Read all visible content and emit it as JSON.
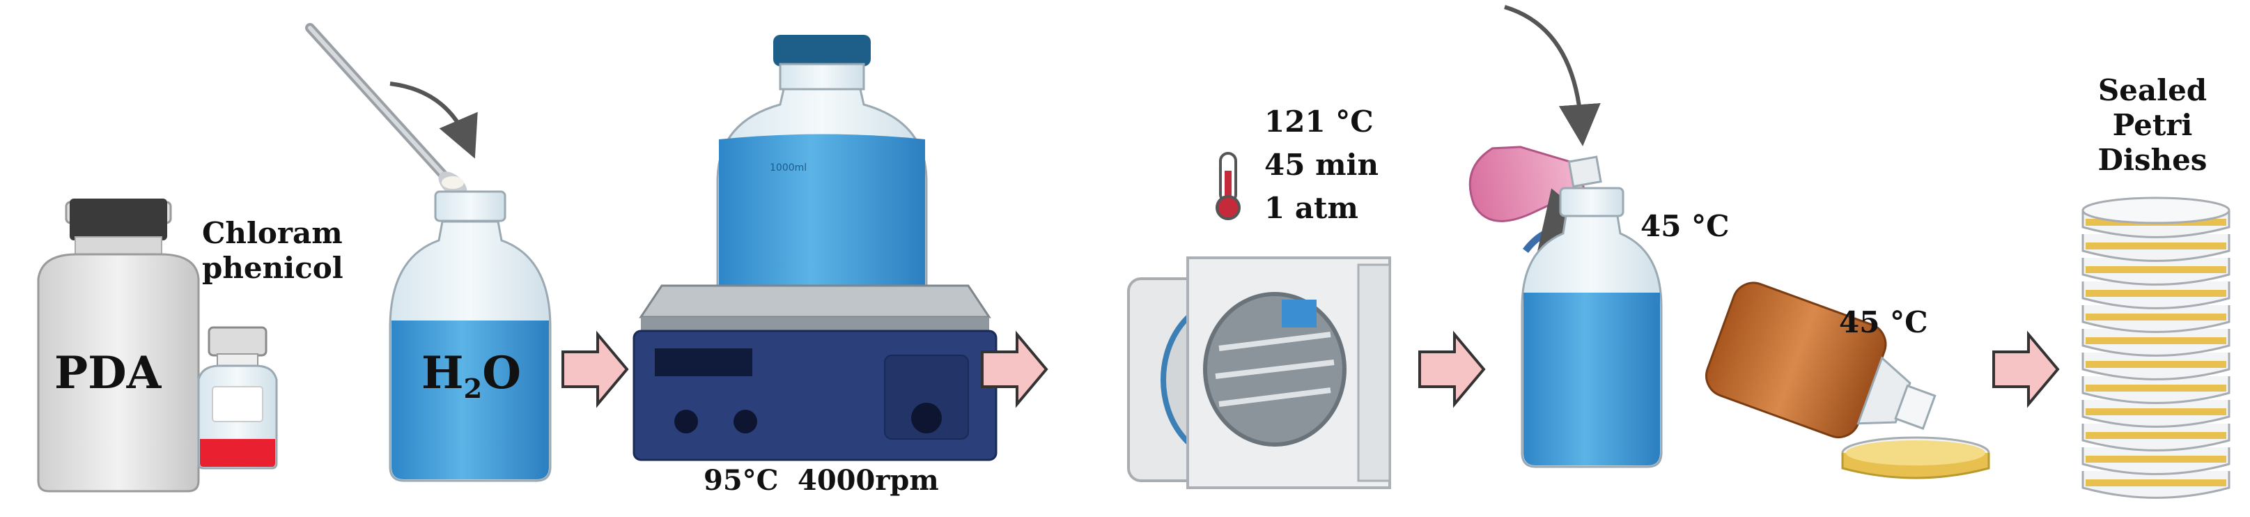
{
  "labels": {
    "pda": "PDA",
    "chloramphenicol_line1": "Chloram",
    "chloramphenicol_line2": "phenicol",
    "water_main": "H",
    "water_sub": "2",
    "water_end": "O",
    "stir_temp": "95°C",
    "stir_speed": "4000rpm",
    "autoclave_temp": "121 °C",
    "autoclave_time": "45 min",
    "autoclave_pressure": "1 atm",
    "cool_temp": "45 °C",
    "pour_temp": "45 °C",
    "sealed_line1": "Sealed",
    "sealed_line2": "Petri",
    "sealed_line3": "Dishes"
  },
  "colors": {
    "liquid_blue": "#4aa3dc",
    "bottle_glass": "#e6f0f5",
    "bottle_cap": "#1e5f8a",
    "arrow_fill": "#f6c4c4",
    "arrow_stroke": "#333333",
    "agar_yellow": "#e7c04f",
    "red_liquid": "#e8202f",
    "amber_bottle": "#c8733a",
    "pink_flask": "#e68db5",
    "stirrer_body": "#2b3f7a"
  }
}
